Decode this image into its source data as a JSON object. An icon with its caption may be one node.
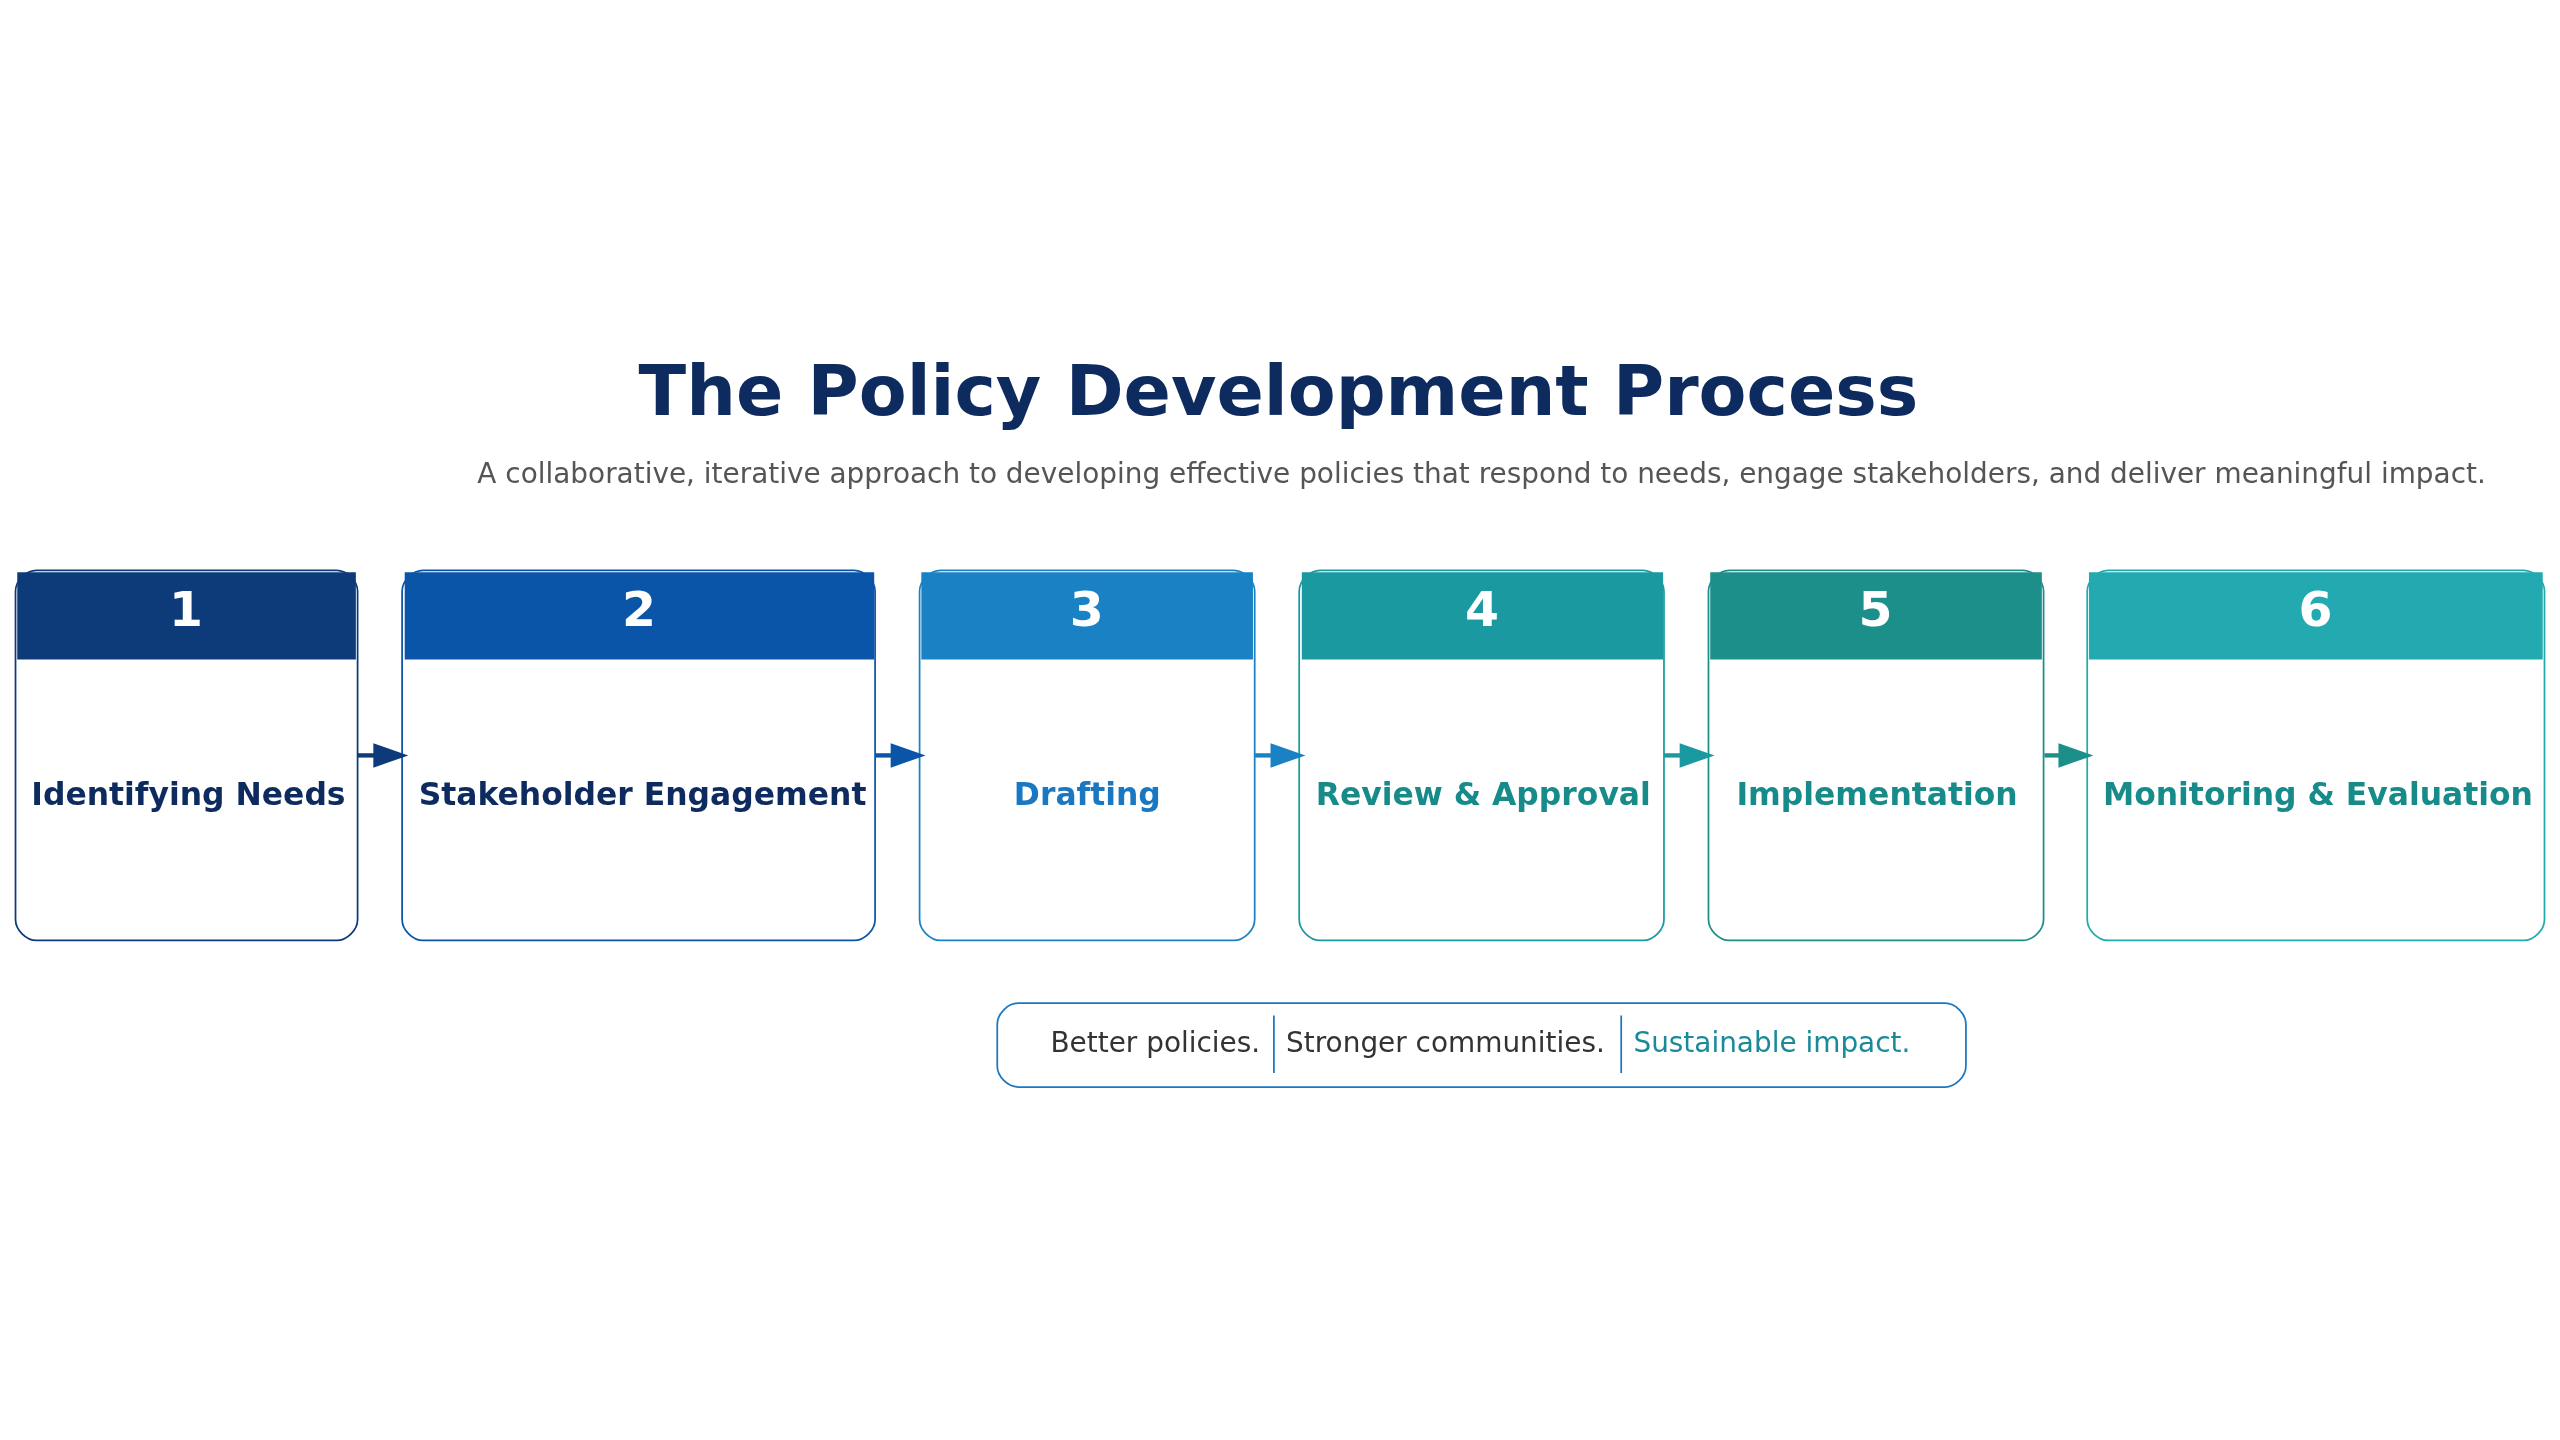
{
  "diagram": {
    "title": "The Policy Development Process",
    "nodes": [
      {
        "text": [
          "1",
          "Identifying Needs"
        ]
      },
      {
        "text": [
          "2",
          "Stakeholder Engagement"
        ]
      },
      {
        "text": [
          "3",
          "Drafting"
        ]
      },
      {
        "text": [
          "4",
          "Review & Approval"
        ]
      },
      {
        "text": [
          "5",
          "Implementation"
        ]
      },
      {
        "text": [
          "6",
          "Monitoring & Evaluation"
        ]
      },
      {
        "text": [
          "Better policies.",
          "Stronger communities.",
          "Sustainable impact."
        ]
      }
    ],
    "edges": [
      {
        "from": 0,
        "to": 1,
        "arrow": "to",
        "color": "#0d3b7a"
      },
      {
        "from": 1,
        "to": 2,
        "arrow": "to",
        "color": "#0b55a8"
      },
      {
        "from": 2,
        "to": 3,
        "arrow": "to",
        "color": "#1a82c4"
      },
      {
        "from": 3,
        "to": 4,
        "arrow": "to",
        "color": "#1a9aa0"
      },
      {
        "from": 4,
        "to": 5,
        "arrow": "to",
        "color": "#1d8f8a"
      }
    ],
    "labels": [
      "A collaborative, iterative approach to developing effective policies that respond to needs, engage stakeholders, and deliver meaningful impact."
    ]
  }
}
